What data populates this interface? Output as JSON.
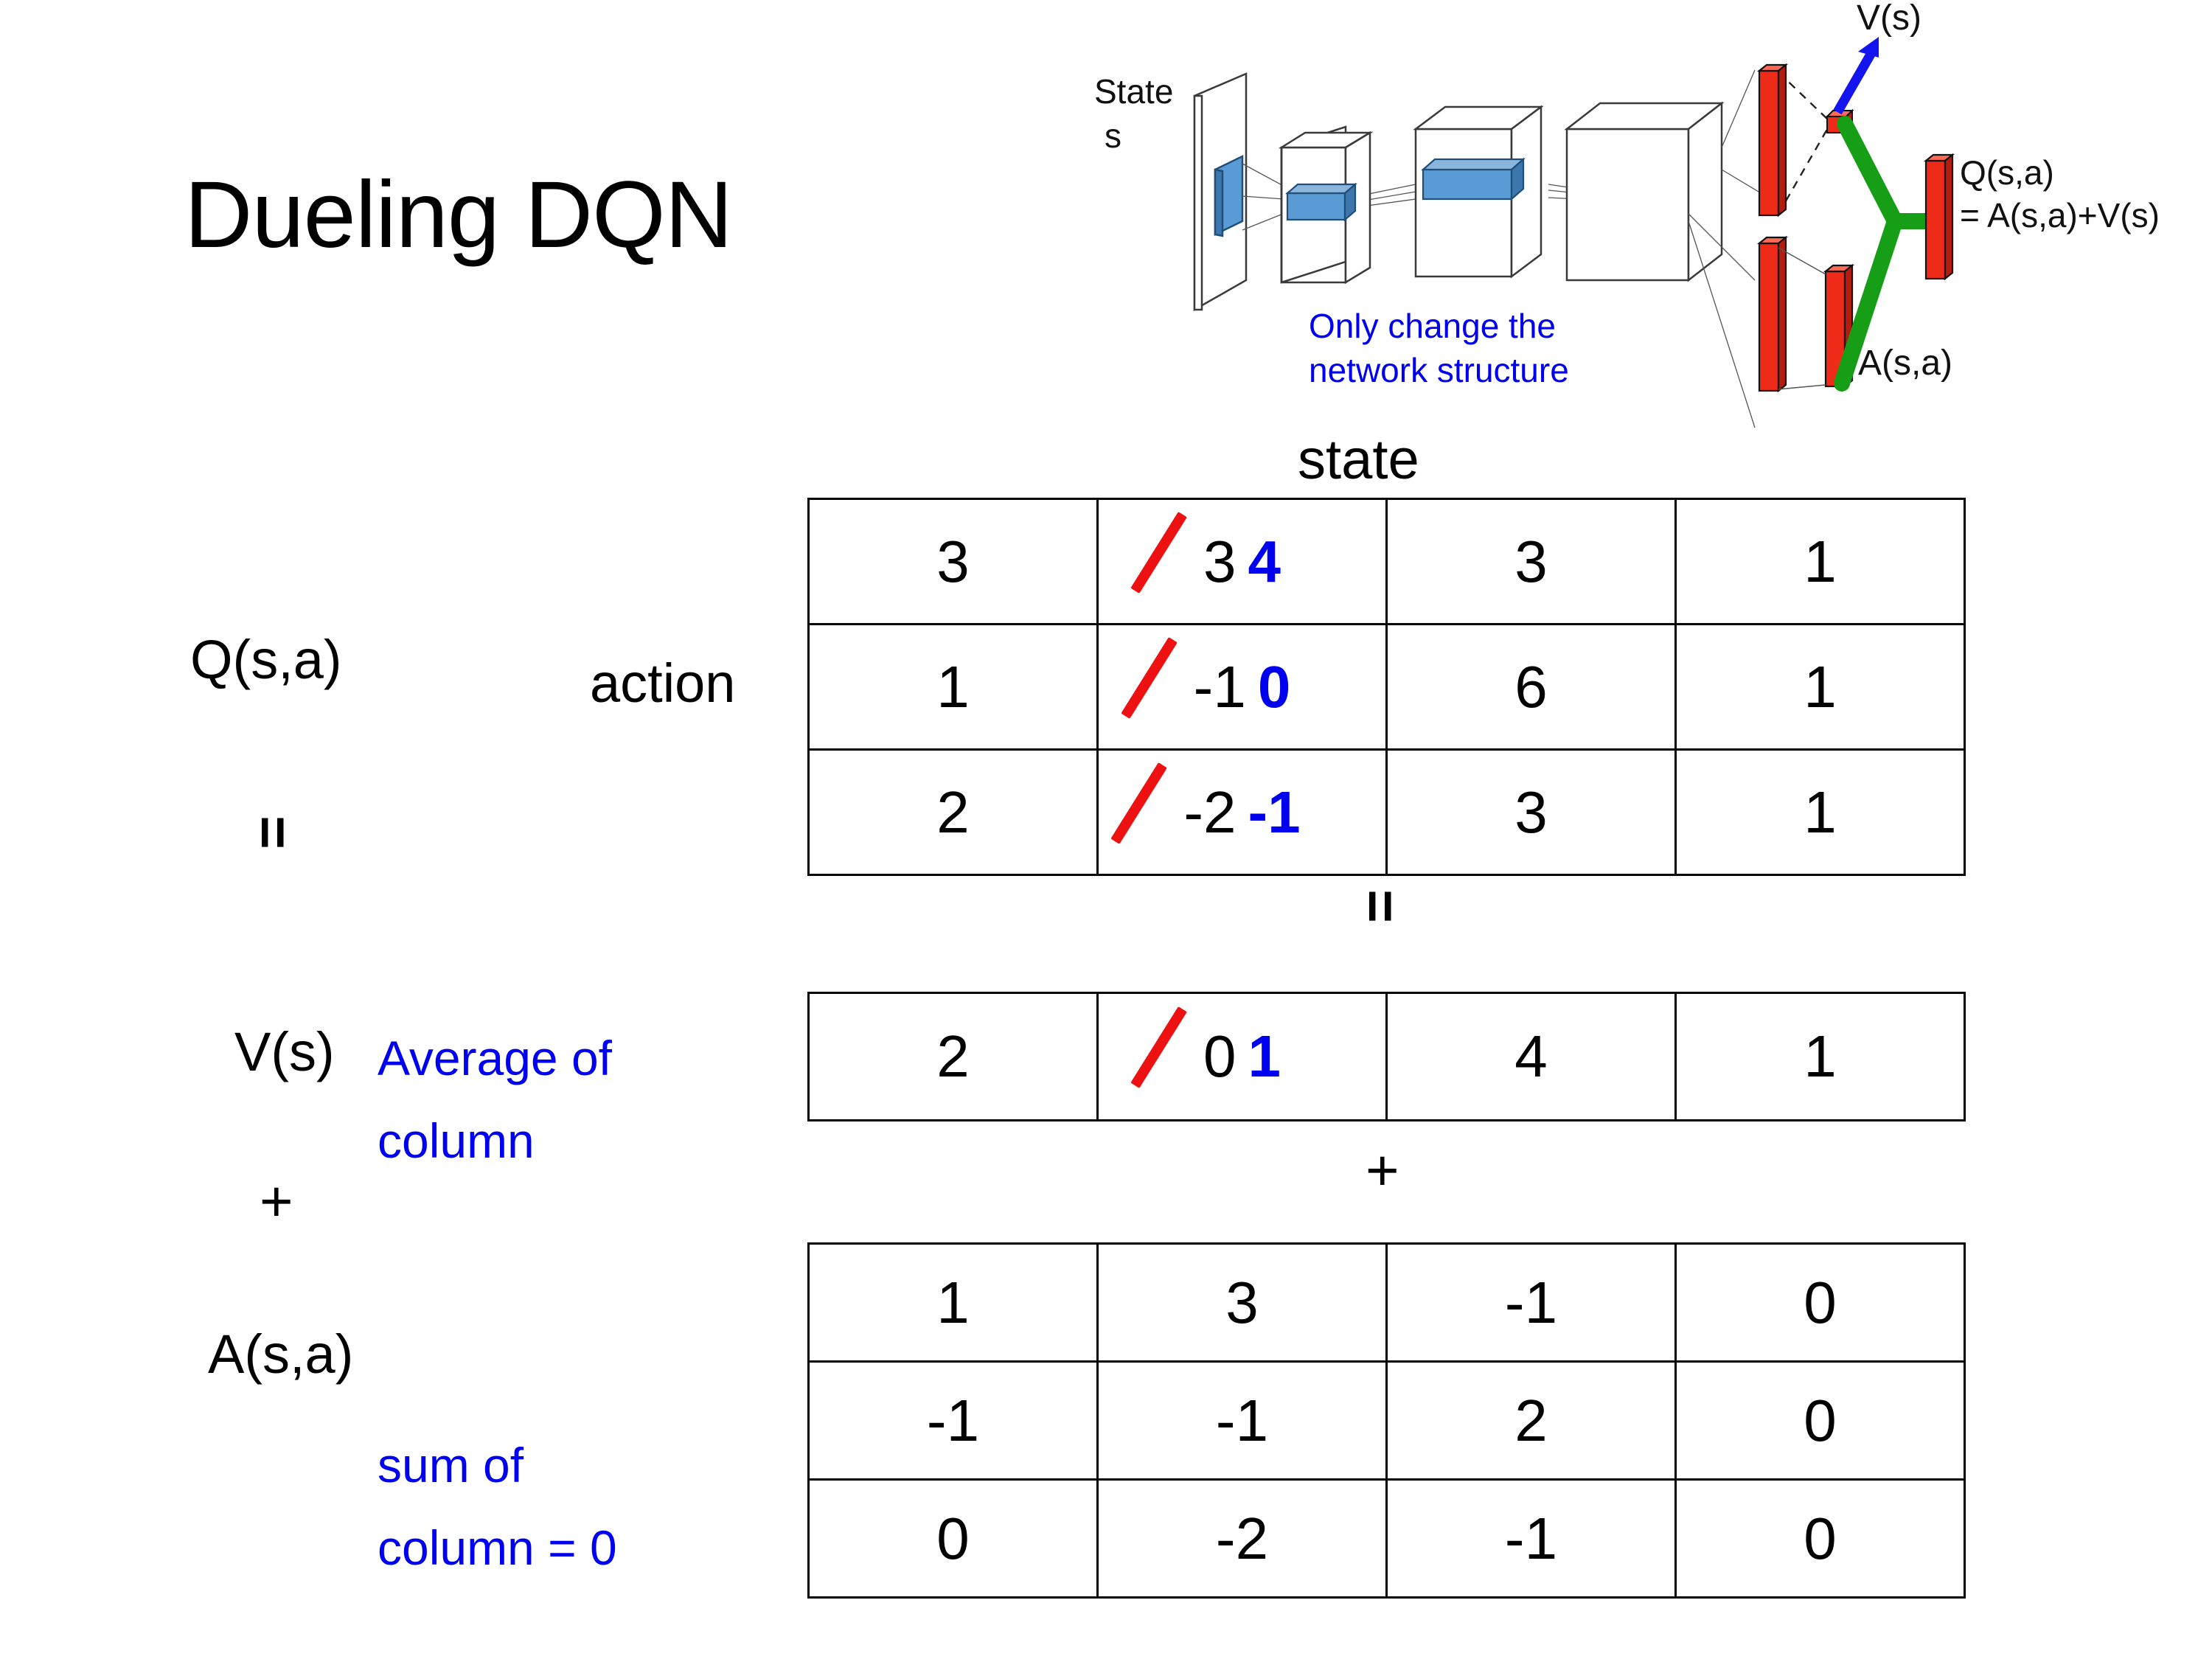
{
  "slide": {
    "title": "Dueling DQN"
  },
  "diagram": {
    "name": "dueling-dqn-network-architecture",
    "input_label_line1": "State",
    "input_label_line2": "s",
    "note_line1": "Only change the",
    "note_line2": "network structure",
    "value_stream_label": "V(s)",
    "advantage_stream_label": "A(s,a)",
    "output_label_line1": "Q(s,a)",
    "output_label_line2": "= A(s,a)+V(s)",
    "colors": {
      "note": "#0000f0",
      "value_arrow": "#1414ee",
      "combine": "#169e16",
      "output_bars": "#ee2a18",
      "conv_blocks": "#5b9bd5"
    }
  },
  "labels": {
    "state_axis": "state",
    "action_axis": "action",
    "q_label": "Q(s,a)",
    "v_label": "V(s)",
    "a_label": "A(s,a)",
    "equals_1": "=",
    "equals_2": "=",
    "plus_1": "+",
    "plus_2": "+",
    "v_note_line1": "Average of",
    "v_note_line2": "column",
    "a_note_line1": "sum of",
    "a_note_line2": "column = 0"
  },
  "tables": {
    "q": {
      "name": "q-value-table",
      "rows": [
        [
          {
            "v": "3"
          },
          {
            "old": "3",
            "new": "4",
            "struck": true
          },
          {
            "v": "3"
          },
          {
            "v": "1"
          }
        ],
        [
          {
            "v": "1"
          },
          {
            "old": "-1",
            "new": "0",
            "struck": true
          },
          {
            "v": "6"
          },
          {
            "v": "1"
          }
        ],
        [
          {
            "v": "2"
          },
          {
            "old": "-2",
            "new": "-1",
            "struck": true
          },
          {
            "v": "3"
          },
          {
            "v": "1"
          }
        ]
      ]
    },
    "v": {
      "name": "state-value-table",
      "rows": [
        [
          {
            "v": "2"
          },
          {
            "old": "0",
            "new": "1",
            "struck": true
          },
          {
            "v": "4"
          },
          {
            "v": "1"
          }
        ]
      ]
    },
    "a": {
      "name": "advantage-table",
      "rows": [
        [
          {
            "v": "1"
          },
          {
            "v": "3"
          },
          {
            "v": "-1"
          },
          {
            "v": "0"
          }
        ],
        [
          {
            "v": "-1"
          },
          {
            "v": "-1"
          },
          {
            "v": "2"
          },
          {
            "v": "0"
          }
        ],
        [
          {
            "v": "0"
          },
          {
            "v": "-2"
          },
          {
            "v": "-1"
          },
          {
            "v": "0"
          }
        ]
      ]
    }
  },
  "colors": {
    "annotation_blue": "#0000f0",
    "strike_red": "#ee1111",
    "text_black": "#000000"
  }
}
